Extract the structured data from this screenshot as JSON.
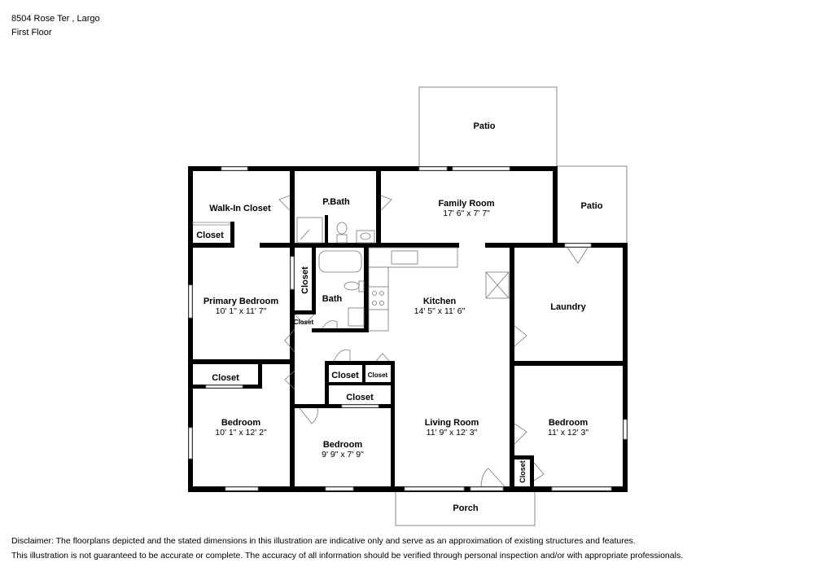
{
  "header": {
    "address": "8504 Rose Ter , Largo",
    "floor": "First Floor"
  },
  "rooms": {
    "patio_top": {
      "name": "Patio"
    },
    "patio_right": {
      "name": "Patio"
    },
    "walk_in_closet": {
      "name": "Walk-In Closet"
    },
    "walk_in_closet_closet": {
      "name": "Closet"
    },
    "p_bath": {
      "name": "P.Bath"
    },
    "family_room": {
      "name": "Family Room",
      "dims": "17' 6\" x 7' 7\""
    },
    "primary_bedroom": {
      "name": "Primary Bedroom",
      "dims": "10' 1\" x 11' 7\""
    },
    "primary_closet_vertical": {
      "name": "Closet"
    },
    "primary_closet_small": {
      "name": "Closet"
    },
    "bath": {
      "name": "Bath"
    },
    "kitchen": {
      "name": "Kitchen",
      "dims": "14' 5\" x 11' 6\""
    },
    "laundry": {
      "name": "Laundry"
    },
    "bedroom1_closet": {
      "name": "Closet"
    },
    "hall_closet_1": {
      "name": "Closet"
    },
    "hall_closet_2": {
      "name": "Closet"
    },
    "bedroom2_closet": {
      "name": "Closet"
    },
    "bedroom1": {
      "name": "Bedroom",
      "dims": "10' 1\" x 12' 2\""
    },
    "bedroom2": {
      "name": "Bedroom",
      "dims": "9' 9\" x 7' 9\""
    },
    "living_room": {
      "name": "Living Room",
      "dims": "11' 9\" x 12' 3\""
    },
    "bedroom3": {
      "name": "Bedroom",
      "dims": "11' x 12' 3\""
    },
    "bedroom3_closet": {
      "name": "Closet"
    },
    "porch": {
      "name": "Porch"
    }
  },
  "disclaimer": {
    "line1": "Disclaimer: The floorplans depicted and the stated dimensions in this illustration are indicative only and serve as an approximation of existing structures and features.",
    "line2": "This illustration is not guaranteed to be accurate or complete. The accuracy of all information should be verified through personal inspection and/or with appropriate professionals."
  }
}
